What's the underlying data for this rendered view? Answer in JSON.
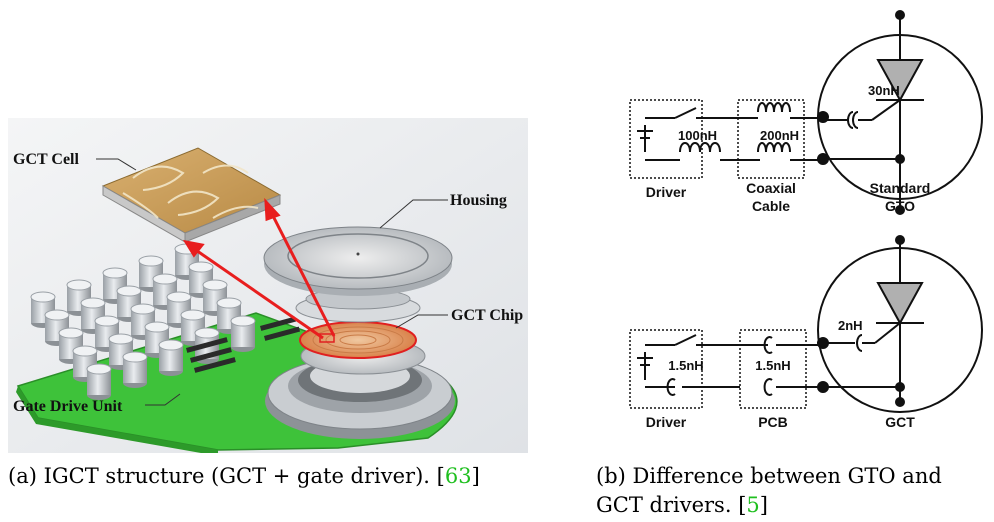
{
  "figure_a": {
    "labels": {
      "gct_cell": "GCT Cell",
      "housing": "Housing",
      "gct_chip": "GCT Chip",
      "gate_drive_unit": "Gate Drive Unit"
    },
    "caption": {
      "tag": "(a)",
      "text": "IGCT structure (GCT + gate driver).",
      "ref_open": "[",
      "ref": "63",
      "ref_close": "]"
    }
  },
  "figure_b": {
    "top": {
      "inductance_driver": "100nH",
      "inductance_cable": "200nH",
      "inductance_device": "30nH",
      "label_driver": "Driver",
      "label_cable_1": "Coaxial",
      "label_cable_2": "Cable",
      "label_device_1": "Standard",
      "label_device_2": "GTO"
    },
    "bottom": {
      "inductance_driver": "1.5nH",
      "inductance_pcb": "1.5nH",
      "inductance_device": "2nH",
      "label_driver": "Driver",
      "label_pcb": "PCB",
      "label_device": "GCT"
    },
    "caption": {
      "tag": "(b)",
      "line1": "Difference between GTO and",
      "line2_text": "GCT drivers.",
      "ref_open": "[",
      "ref": "5",
      "ref_close": "]"
    }
  },
  "colors": {
    "pcb_green": "#3ec23a",
    "arrow_red": "#e81e1e",
    "diode_gray": "#b0b0b0"
  }
}
